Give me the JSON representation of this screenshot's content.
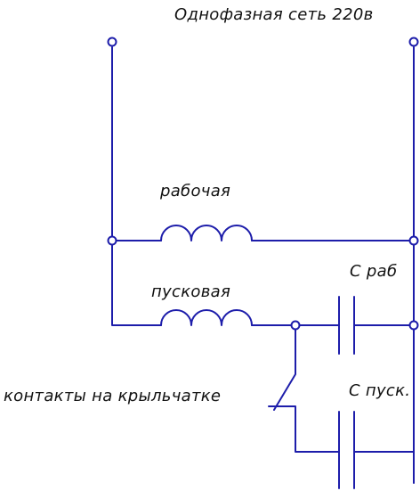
{
  "colors": {
    "wire": "#1d1daa",
    "text": "#111111",
    "background": "#ffffff"
  },
  "labels": {
    "network": "Однофазная сеть 220в",
    "working_winding": "рабочая",
    "starting_winding": "пусковая",
    "capacitor_working": "С раб",
    "capacitor_starting": "С пуск.",
    "fan_contacts": "контакты на крыльчатке"
  }
}
